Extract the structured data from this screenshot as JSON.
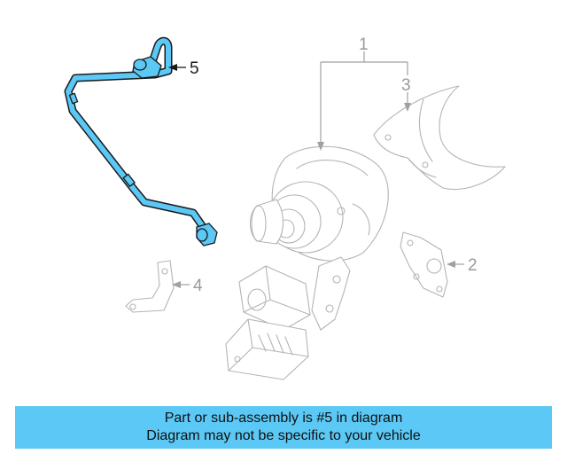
{
  "diagram": {
    "callouts": [
      {
        "id": "1",
        "label": "1"
      },
      {
        "id": "2",
        "label": "2"
      },
      {
        "id": "3",
        "label": "3"
      },
      {
        "id": "4",
        "label": "4"
      },
      {
        "id": "5",
        "label": "5"
      }
    ],
    "highlighted_part": "5",
    "highlight_color": "#5bc8f5",
    "outline_color": "#1a1a1a",
    "ghost_color": "#b4b4b4"
  },
  "banner": {
    "line1": "Part or sub-assembly is #5 in diagram",
    "line2": "Diagram may not be specific to your vehicle",
    "background": "#5bc8f5"
  }
}
